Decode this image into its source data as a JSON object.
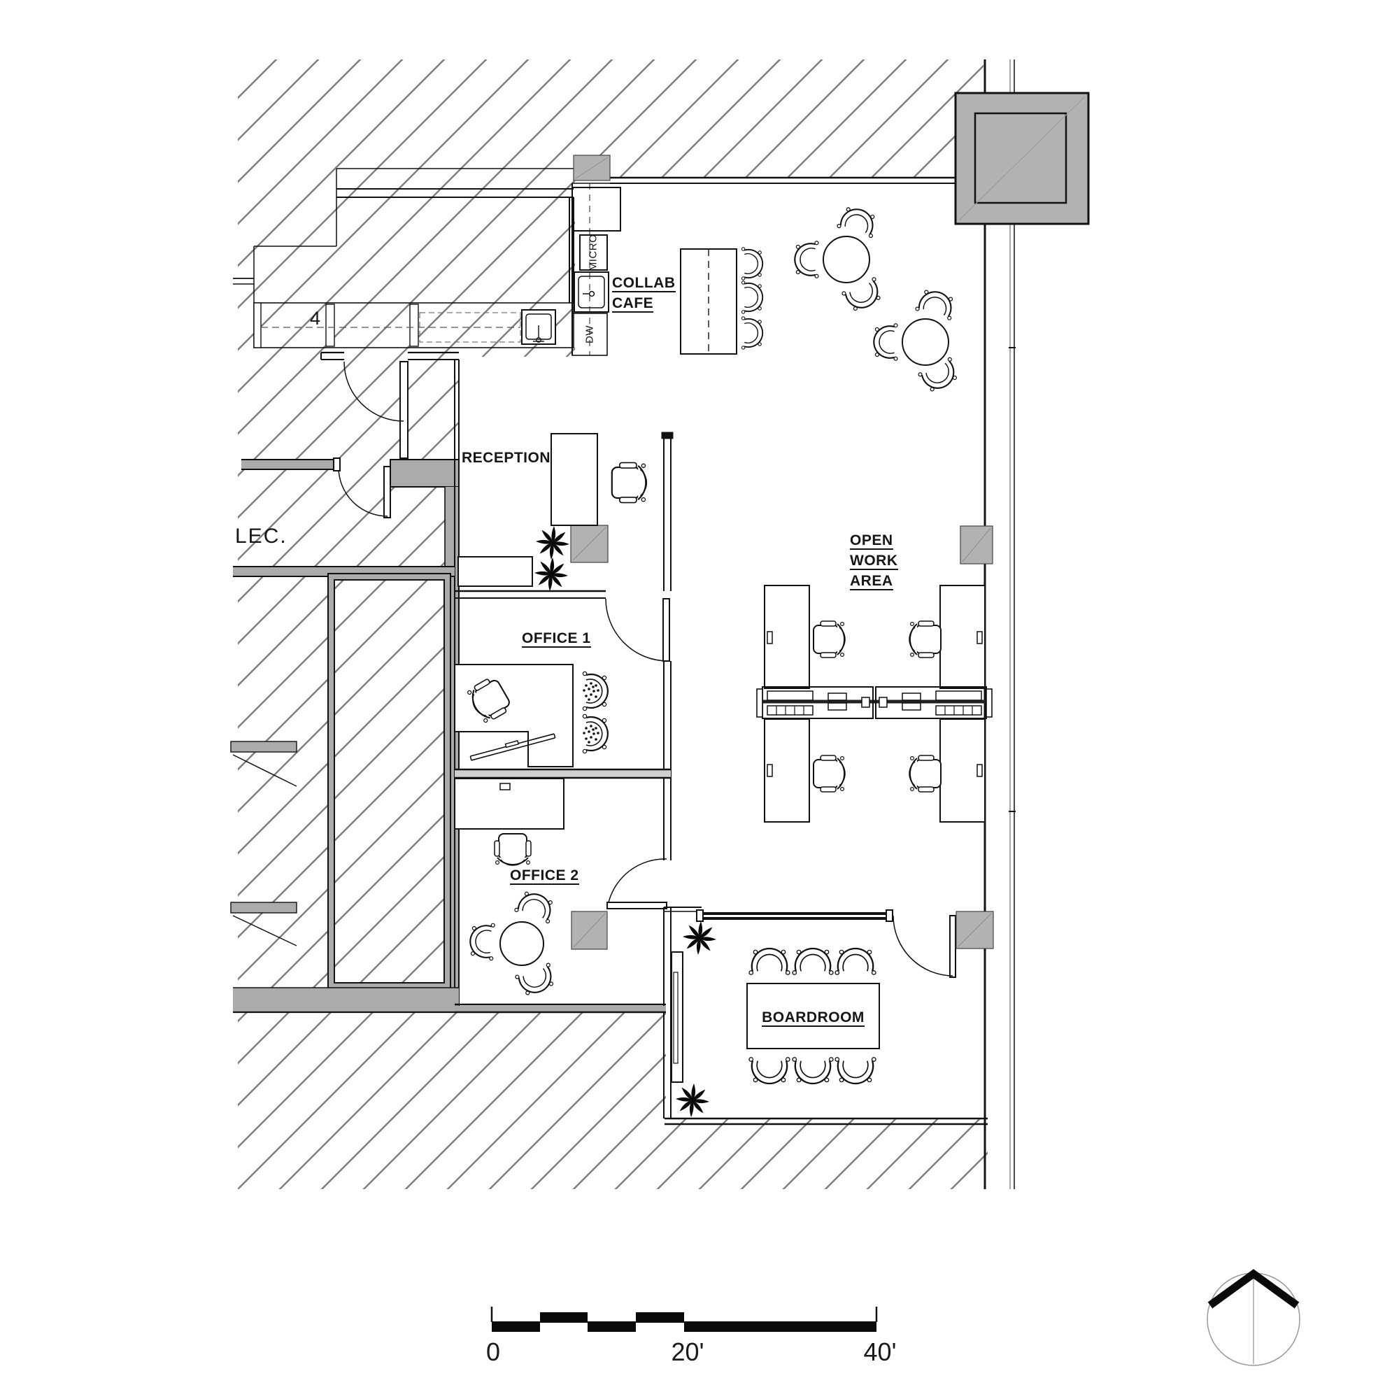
{
  "plan": {
    "title": "office-tenant-floor-plan",
    "labels": {
      "collab_cafe": [
        "COLLAB",
        "CAFE"
      ],
      "reception": "RECEPTION",
      "office1": "OFFICE 1",
      "office2": "OFFICE 2",
      "open_work": [
        "OPEN",
        "WORK",
        "AREA"
      ],
      "boardroom": "BOARDROOM",
      "elec": "LEC.",
      "grid_mark": "4",
      "micro": "MICRO",
      "dw": "DW"
    },
    "scale_bar": {
      "start": "0",
      "mid": "20'",
      "end": "40'"
    },
    "colors": {
      "wall": "#111111",
      "hatch": "#7d7d7d",
      "poche": "#ababab",
      "column": "#b2b2b2"
    },
    "icons": {
      "north": "north-arrow-icon",
      "plant": "plant-icon",
      "sink": "sink-icon",
      "door": "door-swing-icon"
    }
  }
}
